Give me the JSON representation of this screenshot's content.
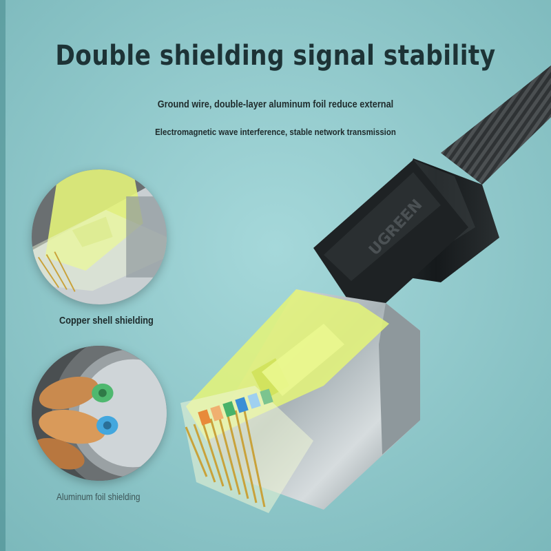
{
  "headline": "Double shielding signal stability",
  "subtitle_line1": "Ground wire, double-layer aluminum foil reduce external",
  "subtitle_line2": "Electromagnetic wave interference, stable network transmission",
  "caption_copper": "Copper shell shielding",
  "caption_aluminum": "Aluminum foil shielding",
  "brand_on_plug": "UGREEN",
  "colors": {
    "background": "#8fc9cc",
    "headline": "#1d3336",
    "plug_housing": "#1e2224",
    "clip_yellow": "#e3f27a",
    "metal_shell": "#c8cfd2"
  }
}
